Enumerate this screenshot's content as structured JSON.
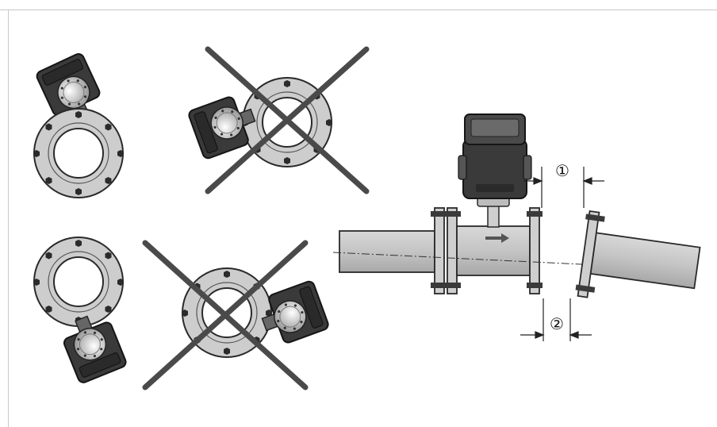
{
  "figure": {
    "callouts": [
      {
        "id": "1",
        "glyph": "①"
      },
      {
        "id": "2",
        "glyph": "②"
      }
    ],
    "mountings": [
      {
        "name": "converter-upward",
        "allowed": true
      },
      {
        "name": "converter-sideways-left",
        "allowed": false
      },
      {
        "name": "converter-downward",
        "allowed": true
      },
      {
        "name": "converter-sideways-right",
        "allowed": false
      }
    ]
  }
}
